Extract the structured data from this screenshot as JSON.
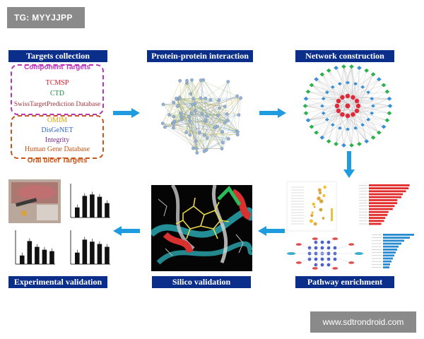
{
  "watermark_top": "TG: MYYJJPP",
  "watermark_bottom": "www.sdtrondroid.com",
  "stages": {
    "targets_collection": "Targets collection",
    "ppi": "Protein-protein interaction",
    "network": "Network construction",
    "pathway": "Pathway enrichment",
    "silico": "Silico validation",
    "experimental": "Experimental validation"
  },
  "component_targets": {
    "title": "Component Targets",
    "sources": [
      "TCMSP",
      "CTD",
      "SwissTargetPrediction Database"
    ]
  },
  "oral_ulcer_targets": {
    "title": "Oral ulcer Targets",
    "sources": [
      "OMIM",
      "DisGeNET",
      "Integrity",
      "Human Gene Database"
    ]
  },
  "colors": {
    "banner": "#0b2e8a",
    "arrow": "#1f9be0",
    "component_border": "#b535b5",
    "ulcer_border": "#c8551a"
  }
}
